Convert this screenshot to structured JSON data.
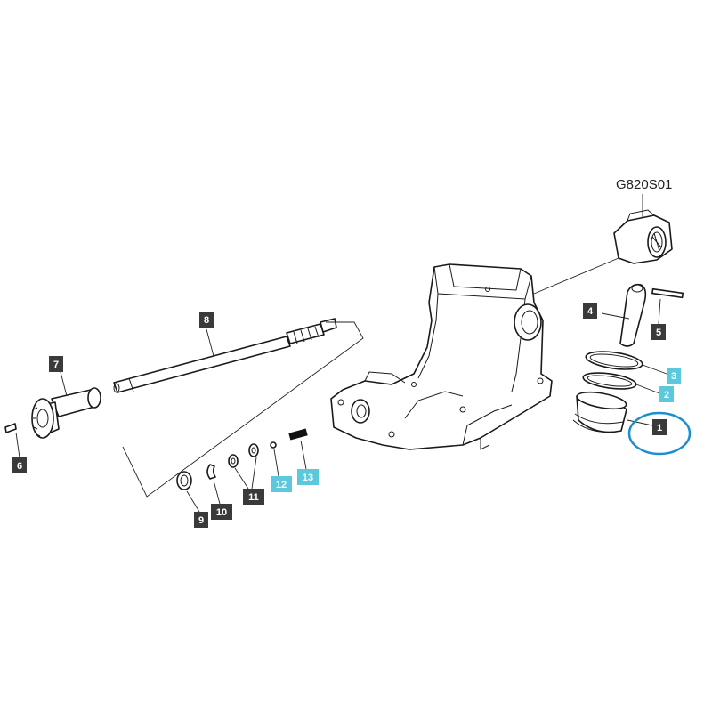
{
  "diagram": {
    "code": "G820S01",
    "colors": {
      "label_dark": "#3a3a3a",
      "label_highlight": "#5bc8dc",
      "label_text_dark": "#ffffff",
      "label_text_highlight": "#ffffff",
      "circle_highlight": "#1a8fd0"
    },
    "labels": [
      {
        "id": "1",
        "text": "1",
        "style": "dark",
        "circled": true
      },
      {
        "id": "2",
        "text": "2",
        "style": "highlight"
      },
      {
        "id": "3",
        "text": "3",
        "style": "highlight"
      },
      {
        "id": "4",
        "text": "4",
        "style": "dark"
      },
      {
        "id": "5",
        "text": "5",
        "style": "dark"
      },
      {
        "id": "6",
        "text": "6",
        "style": "dark"
      },
      {
        "id": "7",
        "text": "7",
        "style": "dark"
      },
      {
        "id": "8",
        "text": "8",
        "style": "dark"
      },
      {
        "id": "9",
        "text": "9",
        "style": "dark"
      },
      {
        "id": "10",
        "text": "10",
        "style": "dark"
      },
      {
        "id": "11",
        "text": "11",
        "style": "dark"
      },
      {
        "id": "12",
        "text": "12",
        "style": "highlight"
      },
      {
        "id": "13",
        "text": "13",
        "style": "highlight"
      }
    ]
  }
}
